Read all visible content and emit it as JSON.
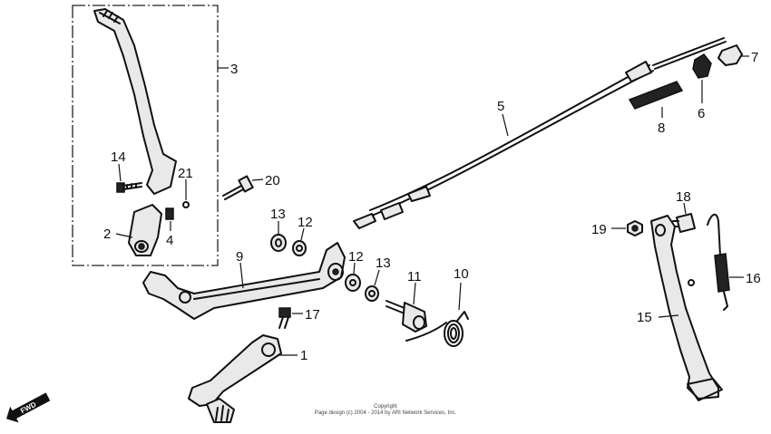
{
  "callouts": [
    {
      "id": "1",
      "label": "1"
    },
    {
      "id": "2",
      "label": "2"
    },
    {
      "id": "3",
      "label": "3"
    },
    {
      "id": "4",
      "label": "4"
    },
    {
      "id": "5",
      "label": "5"
    },
    {
      "id": "6",
      "label": "6"
    },
    {
      "id": "7",
      "label": "7"
    },
    {
      "id": "8",
      "label": "8"
    },
    {
      "id": "9",
      "label": "9"
    },
    {
      "id": "10",
      "label": "10"
    },
    {
      "id": "11",
      "label": "11"
    },
    {
      "id": "12a",
      "label": "12"
    },
    {
      "id": "12b",
      "label": "12"
    },
    {
      "id": "13a",
      "label": "13"
    },
    {
      "id": "13b",
      "label": "13"
    },
    {
      "id": "14",
      "label": "14"
    },
    {
      "id": "15",
      "label": "15"
    },
    {
      "id": "16",
      "label": "16"
    },
    {
      "id": "17",
      "label": "17"
    },
    {
      "id": "18",
      "label": "18"
    },
    {
      "id": "19",
      "label": "19"
    },
    {
      "id": "20",
      "label": "20"
    },
    {
      "id": "21",
      "label": "21"
    }
  ],
  "direction_marker": {
    "label": "FWD"
  },
  "copyright": {
    "line1": "Copyright",
    "line2": "Page design (c) 2004 - 2014 by ARI Network Services, Inc."
  }
}
